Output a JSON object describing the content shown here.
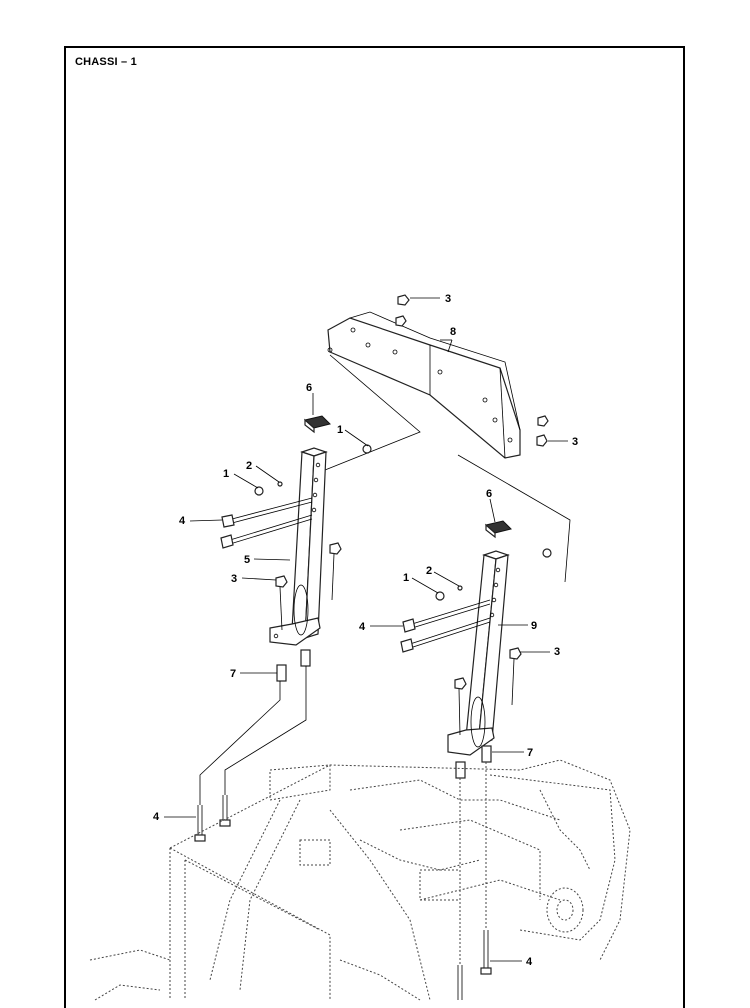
{
  "diagram": {
    "title": "CHASSI – 1",
    "callouts": {
      "c1a": "1",
      "c1b": "1",
      "c1c": "1",
      "c2a": "2",
      "c2b": "2",
      "c3a": "3",
      "c3b": "3",
      "c3c": "3",
      "c3d": "3",
      "c4a": "4",
      "c4b": "4",
      "c4c": "4",
      "c4d": "4",
      "c5": "5",
      "c6a": "6",
      "c6b": "6",
      "c7a": "7",
      "c7b": "7",
      "c8": "8",
      "c9": "9"
    }
  }
}
